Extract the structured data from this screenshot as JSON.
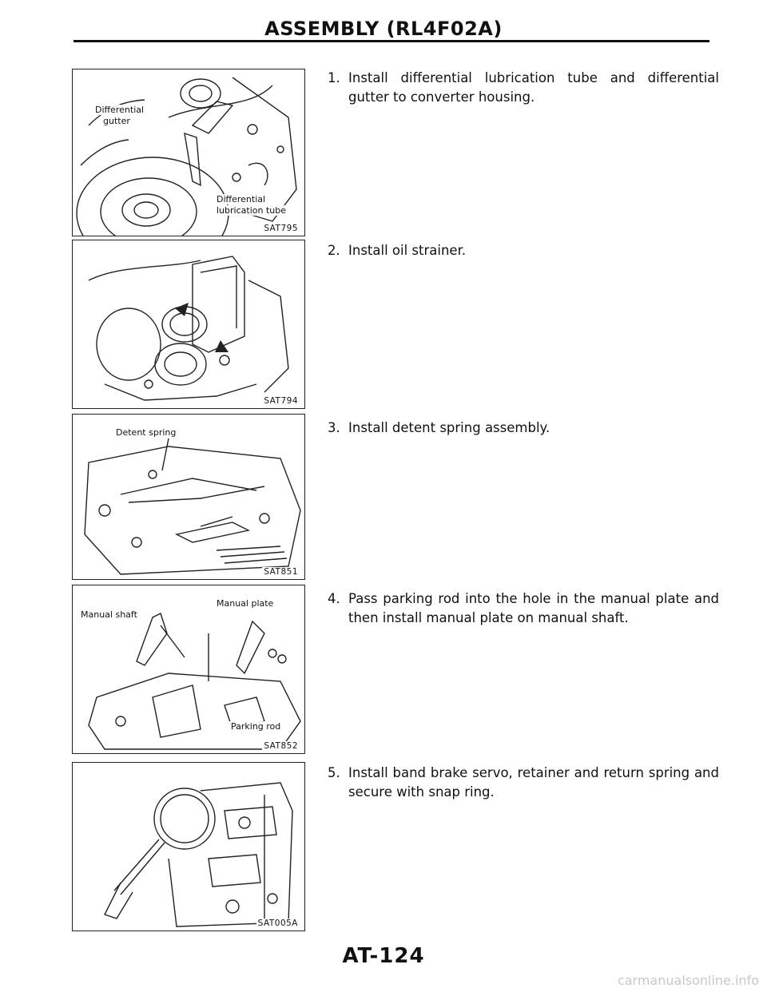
{
  "header": {
    "title": "ASSEMBLY (RL4F02A)"
  },
  "figures": [
    {
      "code": "SAT795",
      "labels": [
        "Differential",
        "gutter",
        "Differential",
        "lubrication tube"
      ]
    },
    {
      "code": "SAT794",
      "labels": []
    },
    {
      "code": "SAT851",
      "labels": [
        "Detent spring"
      ]
    },
    {
      "code": "SAT852",
      "labels": [
        "Manual shaft",
        "Manual plate",
        "Parking rod"
      ]
    },
    {
      "code": "SAT005A",
      "labels": []
    }
  ],
  "steps": [
    {
      "number": "1.",
      "text": "Install differential lubrication tube and differential gutter to converter housing."
    },
    {
      "number": "2.",
      "text": "Install oil strainer."
    },
    {
      "number": "3.",
      "text": "Install detent spring assembly."
    },
    {
      "number": "4.",
      "text": "Pass parking rod into the hole in the manual plate and then install manual plate on manual shaft."
    },
    {
      "number": "5.",
      "text": "Install band brake servo, retainer and return spring and secure with snap ring."
    }
  ],
  "footer": {
    "page_number": "AT-124",
    "watermark": "carmanualsonline.info"
  }
}
